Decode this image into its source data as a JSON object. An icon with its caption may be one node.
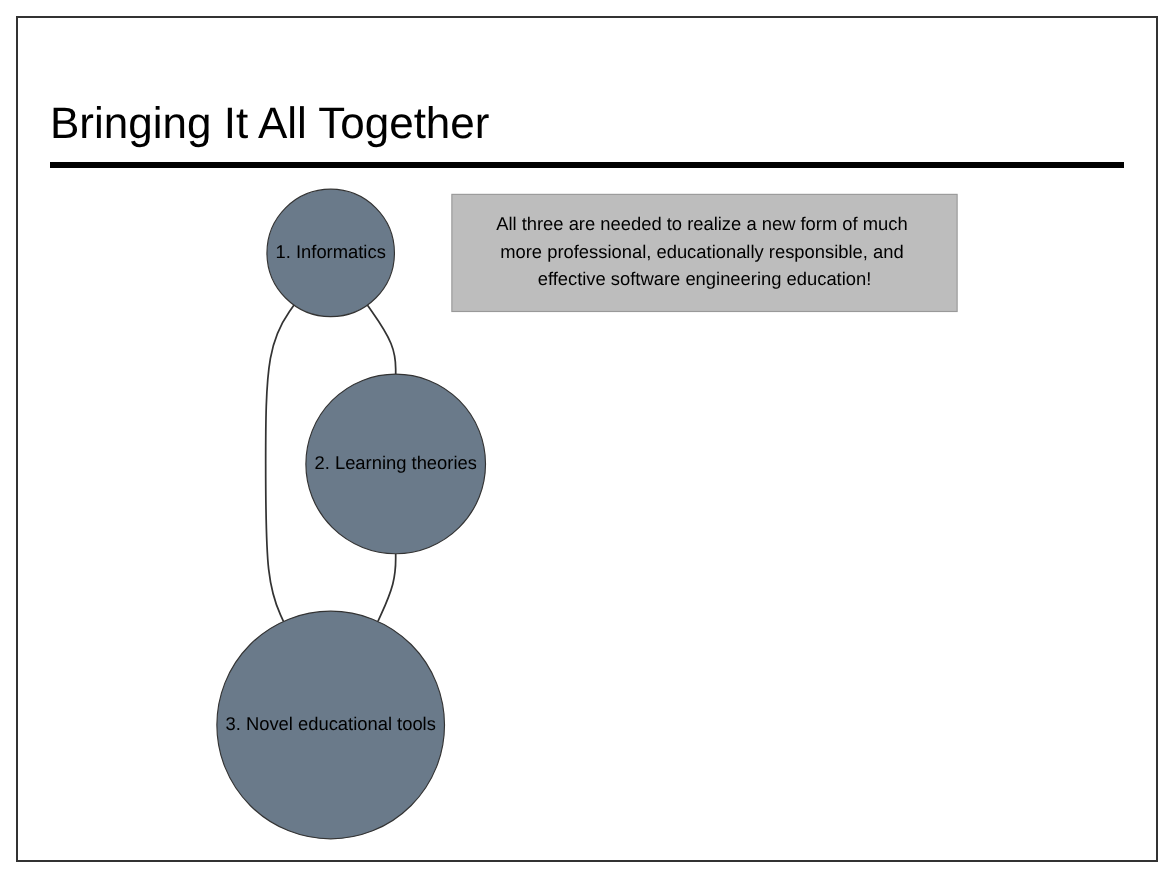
{
  "diagram": {
    "title": "Bringing It All Together",
    "nodes": [
      {
        "text": [
          "1. Informatics"
        ]
      },
      {
        "text": [
          "All three are needed to realize a new form of much more professional, educationally responsible, and effective software engineering education!"
        ]
      },
      {
        "text": [
          "2. Learning theories"
        ]
      },
      {
        "text": [
          "3. Novel educational tools"
        ]
      }
    ],
    "edges": [
      {
        "from": 0,
        "to": 2,
        "arrow": "none"
      },
      {
        "from": 0,
        "to": 3,
        "arrow": "none"
      },
      {
        "from": 2,
        "to": 3,
        "arrow": "none"
      }
    ]
  }
}
